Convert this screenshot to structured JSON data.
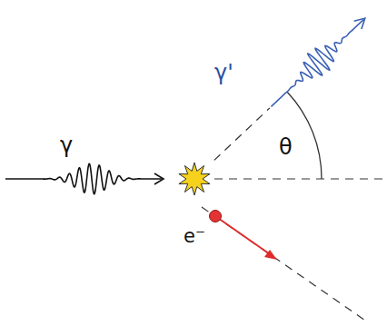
{
  "diagram": {
    "labels": [
      "γ",
      "γ'",
      "θ",
      "e⁻"
    ]
  }
}
